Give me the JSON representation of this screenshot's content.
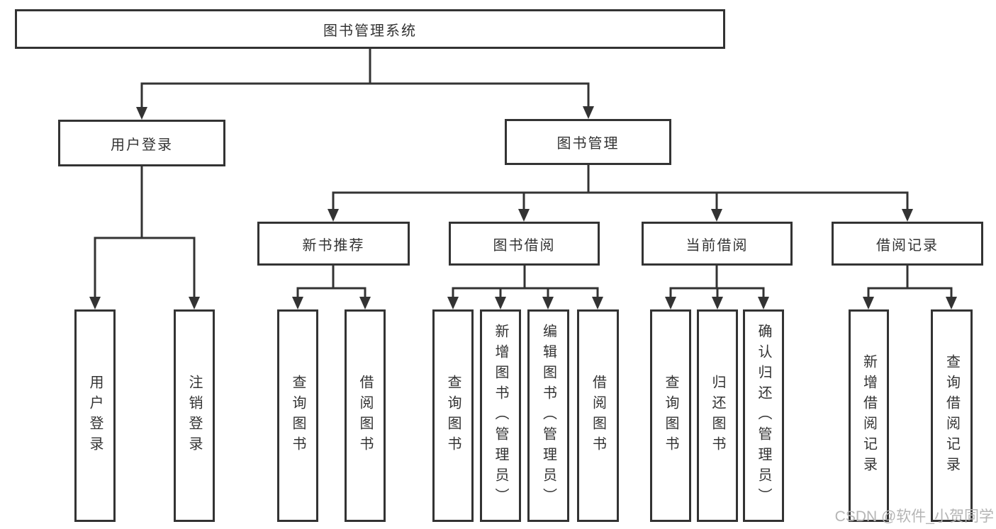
{
  "tree": {
    "root": {
      "label": "图书管理系统",
      "children": [
        {
          "label": "用户登录",
          "children": [
            {
              "label": "用户登录"
            },
            {
              "label": "注销登录"
            }
          ]
        },
        {
          "label": "图书管理",
          "children": [
            {
              "label": "新书推荐",
              "children": [
                {
                  "label": "查询图书"
                },
                {
                  "label": "借阅图书"
                }
              ]
            },
            {
              "label": "图书借阅",
              "children": [
                {
                  "label": "查询图书"
                },
                {
                  "label": "新增图书（管理员）"
                },
                {
                  "label": "编辑图书（管理员）"
                },
                {
                  "label": "借阅图书"
                }
              ]
            },
            {
              "label": "当前借阅",
              "children": [
                {
                  "label": "查询图书"
                },
                {
                  "label": "归还图书"
                },
                {
                  "label": "确认归还（管理员）"
                }
              ]
            },
            {
              "label": "借阅记录",
              "children": [
                {
                  "label": "新增借阅记录"
                },
                {
                  "label": "查询借阅记录"
                }
              ]
            }
          ]
        }
      ]
    }
  },
  "watermark": {
    "text": "CSDN @软件_小贺同学"
  },
  "colors": {
    "line": "#333333",
    "box_border": "#333333",
    "text": "#333333",
    "watermark": "#b5b5b5",
    "background": "#ffffff"
  }
}
